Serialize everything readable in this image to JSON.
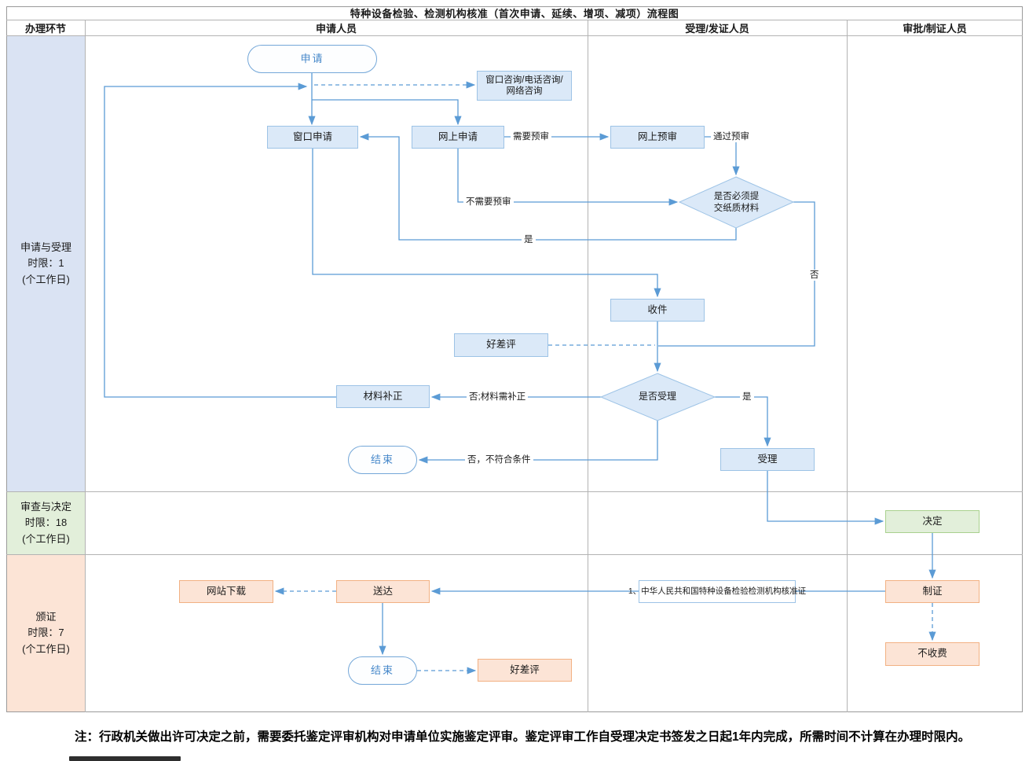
{
  "title": "特种设备检验、检测机构核准（首次申请、延续、增项、减项）流程图",
  "columns": {
    "c0": "办理环节",
    "c1": "申请人员",
    "c2": "受理/发证人员",
    "c3": "审批/制证人员"
  },
  "lanes": {
    "l1": {
      "name": "申请与受理",
      "limit": "时限：1",
      "unit": "(个工作日)"
    },
    "l2": {
      "name": "审查与决定",
      "limit": "时限：18",
      "unit": "(个工作日)"
    },
    "l3": {
      "name": "颁证",
      "limit": "时限：7",
      "unit": "(个工作日)"
    }
  },
  "nodes": {
    "apply": "申请",
    "consult_line1": "窗口咨询/电话咨询/",
    "consult_line2": "网络咨询",
    "window_apply": "窗口申请",
    "online_apply": "网上申请",
    "online_preview": "网上预审",
    "paper_diamond_line1": "是否必须提",
    "paper_diamond_line2": "交纸质材料",
    "receive": "收件",
    "review1": "好差评",
    "accept_diamond": "是否受理",
    "correction": "材料补正",
    "end1": "结束",
    "accept": "受理",
    "decide": "决定",
    "certificate": "1、中华人民共和国特种设备检验检测机构核准证",
    "deliver": "送达",
    "download": "网站下载",
    "make_cert": "制证",
    "no_fee": "不收费",
    "end2": "结束",
    "review2": "好差评"
  },
  "edge_labels": {
    "need_preview": "需要预审",
    "pass_preview": "通过预审",
    "no_need_preview": "不需要预审",
    "paper_yes": "是",
    "paper_no": "否",
    "not_accept_fix": "否;材料需补正",
    "accept_yes": "是",
    "not_accept_end": "否，不符合条件"
  },
  "note": "注：行政机关做出许可决定之前，需要委托鉴定评审机构对申请单位实施鉴定评审。鉴定评审工作自受理决定书签发之日起1年内完成，所需时间不计算在办理时限内。",
  "colors": {
    "blue_fill": "#dbe9f8",
    "blue_border": "#9dc3e6",
    "green_fill": "#e2efda",
    "green_border": "#a9d18e",
    "orange_fill": "#fce4d6",
    "orange_border": "#f2b183",
    "line": "#5b9bd5",
    "lane1_bg": "#dae3f3",
    "lane2_bg": "#e2efda",
    "lane3_bg": "#fce4d6"
  }
}
